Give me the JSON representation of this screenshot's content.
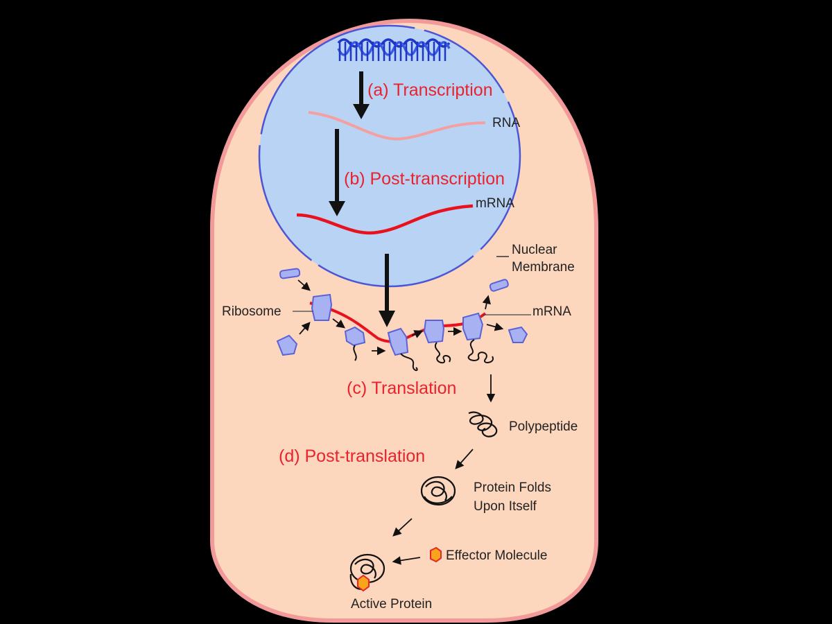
{
  "steps": {
    "transcription": "(a) Transcription",
    "post_transcription": "(b) Post-transcription",
    "translation": "(c) Translation",
    "post_translation": "(d) Post-translation"
  },
  "labels": {
    "rna": "RNA",
    "mrna_nucleus": "mRNA",
    "nuclear_membrane_line1": "Nuclear",
    "nuclear_membrane_line2": "Membrane",
    "ribosome": "Ribosome",
    "mrna_cytoplasm": "mRNA",
    "polypeptide": "Polypeptide",
    "protein_folds_line1": "Protein Folds",
    "protein_folds_line2": "Upon Itself",
    "effector_molecule": "Effector Molecule",
    "active_protein": "Active Protein"
  },
  "colors": {
    "background": "#000000",
    "cell_fill": "#fcd6bd",
    "cell_border": "#f29a9a",
    "nucleus_fill": "#b9d3f5",
    "nucleus_border": "#4a56d6",
    "rna": "#f4a0a0",
    "mrna": "#e8121e",
    "step_text": "#e8232d",
    "ribosome_fill": "#a8b2f2",
    "ribosome_border": "#5a62d8",
    "effector_fill": "#f8a51a",
    "effector_border": "#e8232d"
  }
}
